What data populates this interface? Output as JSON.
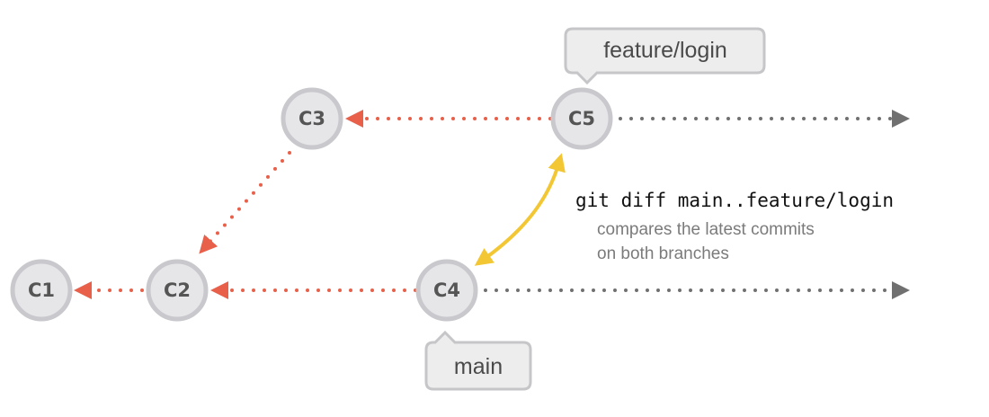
{
  "colors": {
    "parent_arrow": "#e9604a",
    "future_arrow": "#707070",
    "diff_arrow": "#f2c733",
    "node_fill": "#e6e6e9",
    "node_stroke": "#c9c9cd"
  },
  "commits": [
    {
      "id": "c1",
      "label": "C1"
    },
    {
      "id": "c2",
      "label": "C2"
    },
    {
      "id": "c3",
      "label": "C3"
    },
    {
      "id": "c4",
      "label": "C4"
    },
    {
      "id": "c5",
      "label": "C5"
    }
  ],
  "branches": {
    "feature": {
      "label": "feature/login",
      "points_to": "C5"
    },
    "main": {
      "label": "main",
      "points_to": "C4"
    }
  },
  "annotation": {
    "command": "git diff main..feature/login",
    "description_line1": "compares the latest commits",
    "description_line2": "on both branches"
  }
}
